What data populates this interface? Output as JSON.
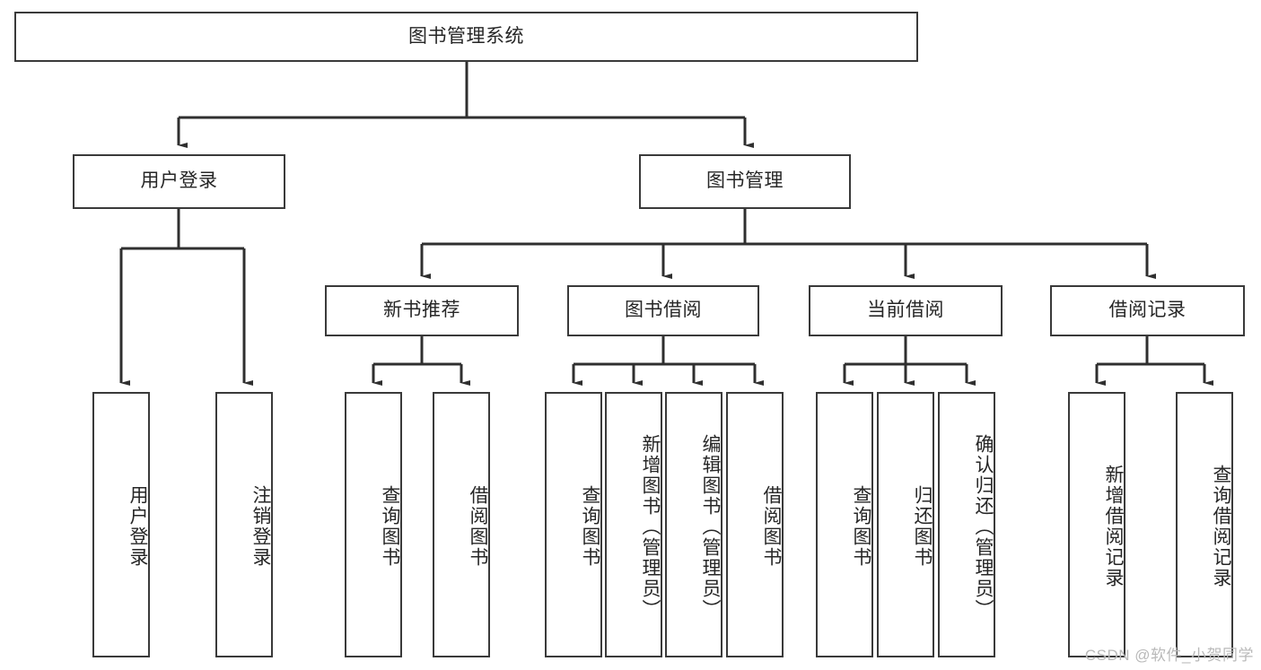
{
  "diagram": {
    "type": "tree-hierarchy",
    "title": "图书管理系统",
    "watermark": "CSDN @软件_小贺同学",
    "colors": {
      "box_border": "#3a3a3a",
      "box_fill": "#ffffff",
      "connector": "#2f2f2f",
      "text": "#262626",
      "watermark": "#b9b9b9",
      "background": "#ffffff"
    },
    "levels": {
      "root": {
        "label": "图书管理系统"
      },
      "level2": [
        {
          "label": "用户登录"
        },
        {
          "label": "图书管理"
        }
      ],
      "level3": [
        {
          "label": "新书推荐"
        },
        {
          "label": "图书借阅"
        },
        {
          "label": "当前借阅"
        },
        {
          "label": "借阅记录"
        }
      ]
    },
    "leaves": {
      "user_login": [
        {
          "label": "用户登录"
        },
        {
          "label": "注销登录"
        }
      ],
      "new_book_recommend": [
        {
          "label": "查询图书"
        },
        {
          "label": "借阅图书"
        }
      ],
      "book_borrow": [
        {
          "label": "查询图书"
        },
        {
          "label": "新增图书（管理员）"
        },
        {
          "label": "编辑图书（管理员）"
        },
        {
          "label": "借阅图书"
        }
      ],
      "current_borrow": [
        {
          "label": "查询图书"
        },
        {
          "label": "归还图书"
        },
        {
          "label": "确认归还（管理员）"
        }
      ],
      "borrow_records": [
        {
          "label": "新增借阅记录"
        },
        {
          "label": "查询借阅记录"
        }
      ]
    }
  }
}
